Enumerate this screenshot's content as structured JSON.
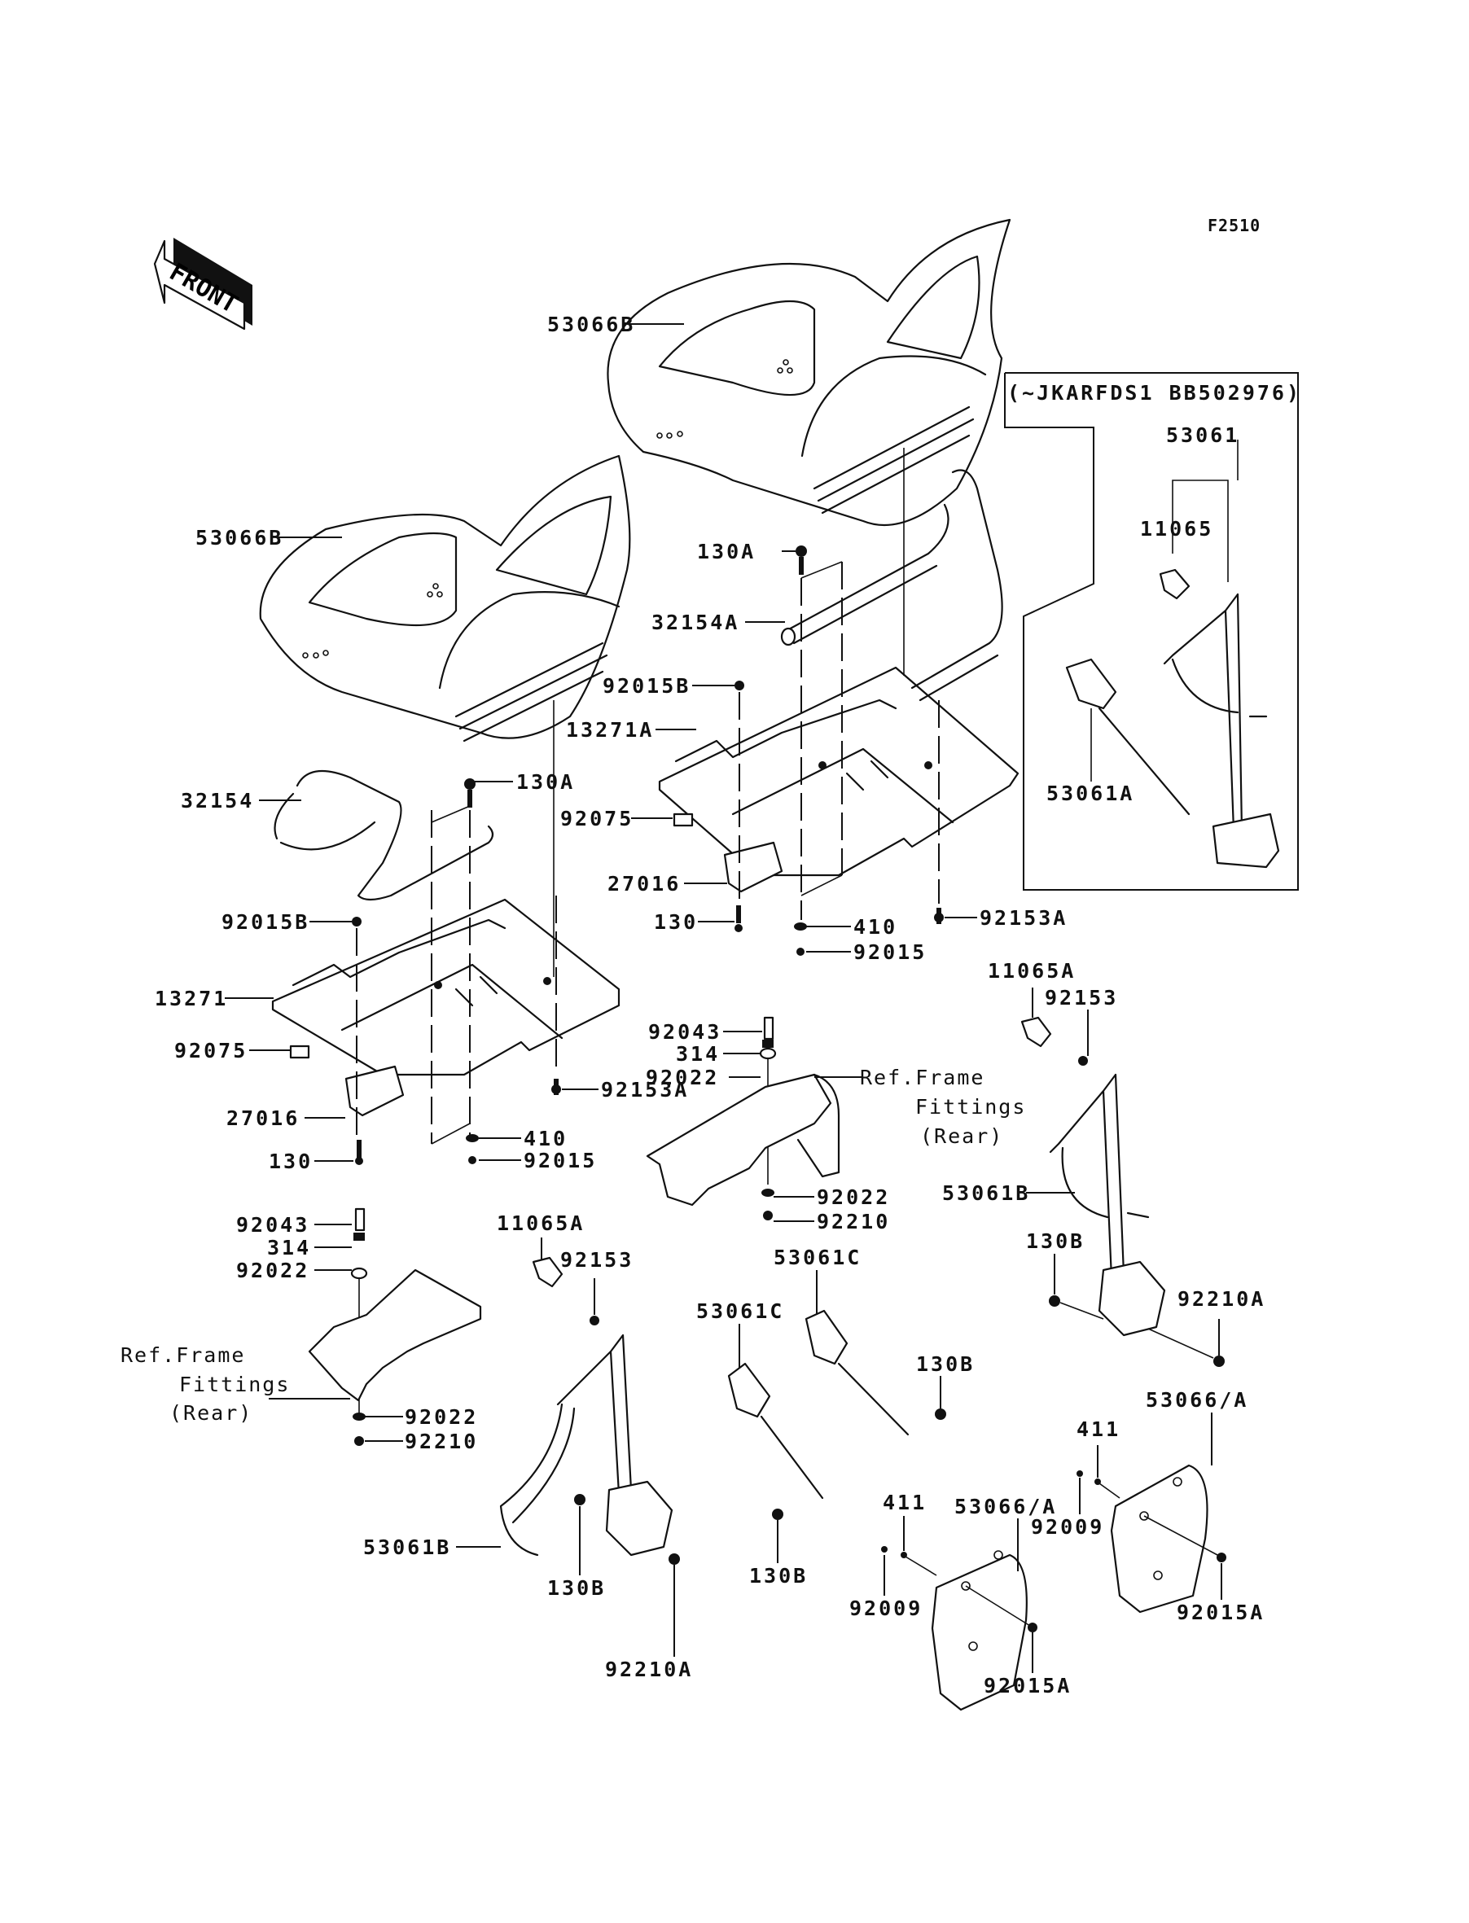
{
  "figure": {
    "code": "F2510",
    "front_indicator": "FRONT",
    "variant_box_title": "(~JKARFDS1 BB502976)"
  },
  "labels": {
    "seat_rear": "53066B",
    "seat_front": "53066B",
    "box_belt": "53061",
    "box_guide": "11065",
    "box_buckle": "53061A",
    "bolt_130A_rear": "130A",
    "pipe_32154A": "32154A",
    "nut_92015B_rear": "92015B",
    "base_13271A": "13271A",
    "nut_92075_rear": "92075",
    "bracket_27016_rear": "27016",
    "bolt_130_rear": "130",
    "washer_410_rear": "410",
    "nut_92015_rear": "92015",
    "bolt_92153A_rear": "92153A",
    "pipe_32154": "32154",
    "bolt_130A_front": "130A",
    "nut_92015B_front": "92015B",
    "base_13271": "13271",
    "nut_92075_front": "92075",
    "bracket_27016_front": "27016",
    "bolt_130_front": "130",
    "washer_410_front": "410",
    "nut_92015_front": "92015",
    "bolt_92153A_front": "92153A",
    "bolt_92043_mid": "92043",
    "collar_314_mid": "314",
    "washer_92022_mid_top": "92022",
    "ref_frame_mid_line1": "Ref.Frame",
    "ref_frame_mid_line2": "Fittings",
    "ref_frame_mid_line3": "(Rear)",
    "washer_92022_mid_bot": "92022",
    "nut_92210_mid": "92210",
    "guide_11065A_right": "11065A",
    "bolt_92153_right": "92153",
    "belt_53061B_right": "53061B",
    "bolt_130B_right": "130B",
    "nut_92210A_right": "92210A",
    "bolt_92043_left": "92043",
    "collar_314_left": "314",
    "washer_92022_left_top": "92022",
    "ref_frame_left_line1": "Ref.Frame",
    "ref_frame_left_line2": "Fittings",
    "ref_frame_left_line3": "(Rear)",
    "washer_92022_left_bot": "92022",
    "nut_92210_left": "92210",
    "guide_11065A_left": "11065A",
    "bolt_92153_left": "92153",
    "belt_53061B_left": "53061B",
    "bolt_130B_left": "130B",
    "nut_92210A_left": "92210A",
    "buckle_53061C_upper": "53061C",
    "buckle_53061C_lower": "53061C",
    "bolt_130B_upper": "130B",
    "bolt_130B_lower": "130B",
    "pad_411_left": "411",
    "pad_53066A_left": "53066/A",
    "screw_92009_left": "92009",
    "nut_92015A_left": "92015A",
    "pad_411_right": "411",
    "pad_53066A_right": "53066/A",
    "screw_92009_right": "92009",
    "nut_92015A_right": "92015A"
  }
}
